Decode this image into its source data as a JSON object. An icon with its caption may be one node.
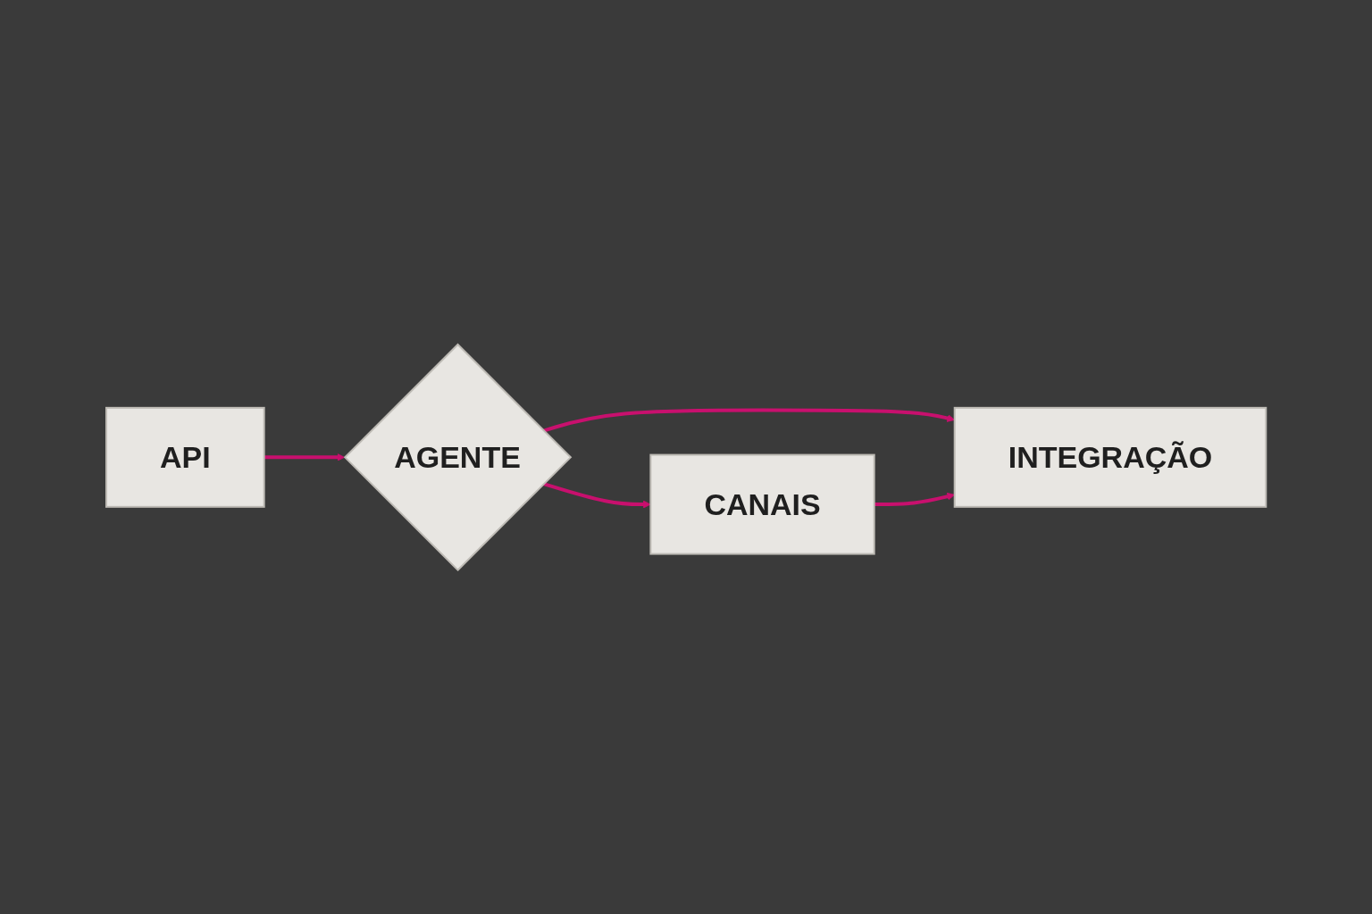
{
  "diagram": {
    "nodes": [
      {
        "text": [
          "API"
        ]
      },
      {
        "text": [
          "AGENTE"
        ]
      },
      {
        "text": [
          "CANAIS"
        ]
      },
      {
        "text": [
          "INTEGRAÇÃO"
        ]
      }
    ],
    "edges": [
      {
        "from": 0,
        "to": 1,
        "arrow": "to"
      },
      {
        "from": 1,
        "to": 2,
        "arrow": "to"
      },
      {
        "from": 1,
        "to": 3,
        "arrow": "to"
      },
      {
        "from": 2,
        "to": 3,
        "arrow": "to"
      }
    ]
  }
}
